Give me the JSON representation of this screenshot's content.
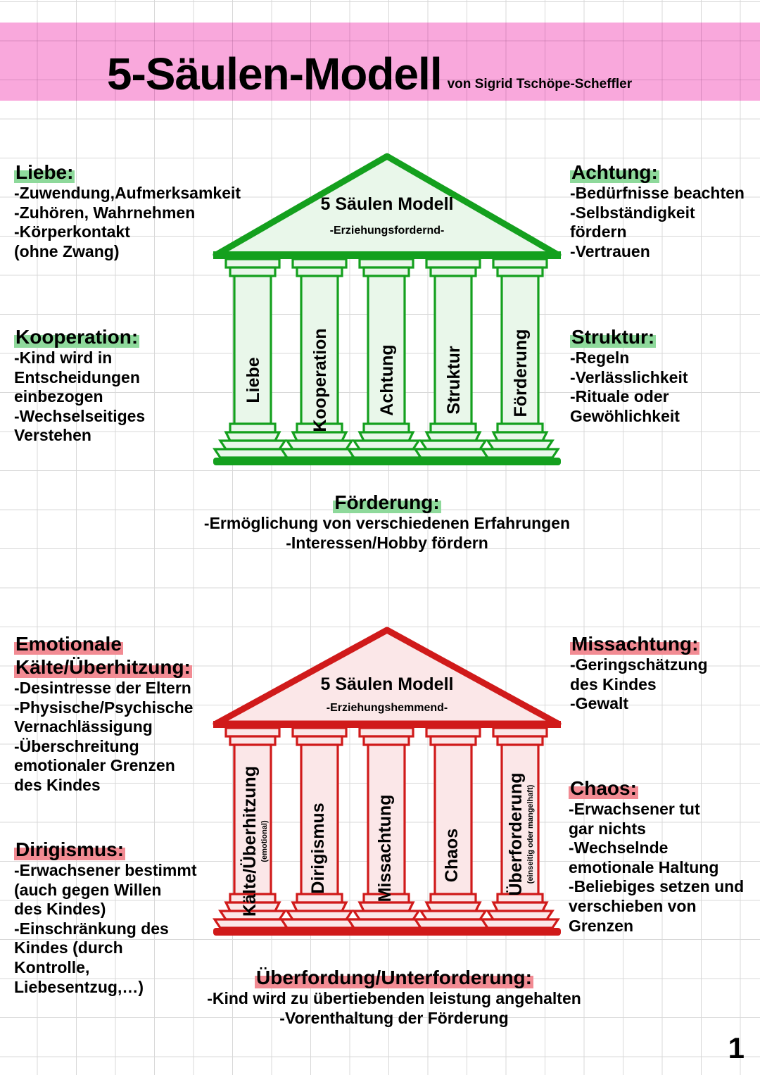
{
  "header": {
    "title": "5-Säulen-Modell",
    "author": "von Sigrid Tschöpe-Scheffler",
    "banner_color": "#f9a8dc"
  },
  "page_number": "1",
  "colors": {
    "positive_accent": "#14a01e",
    "positive_fill": "#e9f7ea",
    "positive_highlight": "#8ed99b",
    "negative_accent": "#d01a1a",
    "negative_fill": "#fbe7e8",
    "negative_highlight": "#f28b93",
    "grid_line": "#d8d8d8"
  },
  "positive_model": {
    "pediment_title": "5 Säulen Modell",
    "pediment_subtitle": "-Erziehungsfordernd-",
    "columns": [
      {
        "label": "Liebe",
        "sublabel": ""
      },
      {
        "label": "Kooperation",
        "sublabel": ""
      },
      {
        "label": "Achtung",
        "sublabel": ""
      },
      {
        "label": "Struktur",
        "sublabel": ""
      },
      {
        "label": "Förderung",
        "sublabel": ""
      }
    ],
    "blocks": {
      "liebe": {
        "heading": "Liebe:",
        "lines": [
          "-Zuwendung,Aufmerksamkeit",
          "-Zuhören, Wahrnehmen",
          "-Körperkontakt",
          "(ohne Zwang)"
        ]
      },
      "kooperation": {
        "heading": "Kooperation:",
        "lines": [
          "-Kind wird in",
          "Entscheidungen",
          "einbezogen",
          "-Wechselseitiges",
          "Verstehen"
        ]
      },
      "achtung": {
        "heading": "Achtung:",
        "lines": [
          "-Bedürfnisse beachten",
          "-Selbständigkeit",
          "fördern",
          "-Vertrauen"
        ]
      },
      "struktur": {
        "heading": "Struktur:",
        "lines": [
          "-Regeln",
          "-Verlässlichkeit",
          "-Rituale oder",
          " Gewöhlichkeit"
        ]
      },
      "foerderung": {
        "heading": "Förderung:",
        "lines": [
          "-Ermöglichung von verschiedenen Erfahrungen",
          "-Interessen/Hobby fördern"
        ]
      }
    }
  },
  "negative_model": {
    "pediment_title": "5 Säulen Modell",
    "pediment_subtitle": "-Erziehungshemmend-",
    "columns": [
      {
        "label": "Kälte/Überhitzung",
        "sublabel": "(emotional)"
      },
      {
        "label": "Dirigismus",
        "sublabel": ""
      },
      {
        "label": "Missachtung",
        "sublabel": ""
      },
      {
        "label": "Chaos",
        "sublabel": ""
      },
      {
        "label": "Überforderung",
        "sublabel": "(einseitig oder mangelhaft)"
      }
    ],
    "blocks": {
      "kaelte": {
        "heading_line1": "Emotionale",
        "heading_line2": "Kälte/Überhitzung:",
        "lines": [
          "-Desintresse der Eltern",
          "-Physische/Psychische",
          "Vernachlässigung",
          "-Überschreitung",
          "emotionaler Grenzen",
          "des Kindes"
        ]
      },
      "dirigismus": {
        "heading": "Dirigismus:",
        "lines": [
          "-Erwachsener bestimmt",
          "(auch gegen Willen",
          "des Kindes)",
          "-Einschränkung des",
          "Kindes (durch",
          "Kontrolle,",
          "Liebesentzug,…)"
        ]
      },
      "missachtung": {
        "heading": "Missachtung:",
        "lines": [
          "-Geringschätzung",
          "des Kindes",
          "-Gewalt"
        ]
      },
      "chaos": {
        "heading": "Chaos:",
        "lines": [
          "-Erwachsener tut",
          "gar nichts",
          "-Wechselnde",
          "emotionale Haltung",
          "-Beliebiges setzen und",
          "verschieben von",
          "Grenzen"
        ]
      },
      "ueberforderung": {
        "heading": "Überfordung/Unterforderung:",
        "lines": [
          "-Kind wird zu übertiebenden leistung angehalten",
          "-Vorenthaltung der Förderung"
        ]
      }
    }
  }
}
